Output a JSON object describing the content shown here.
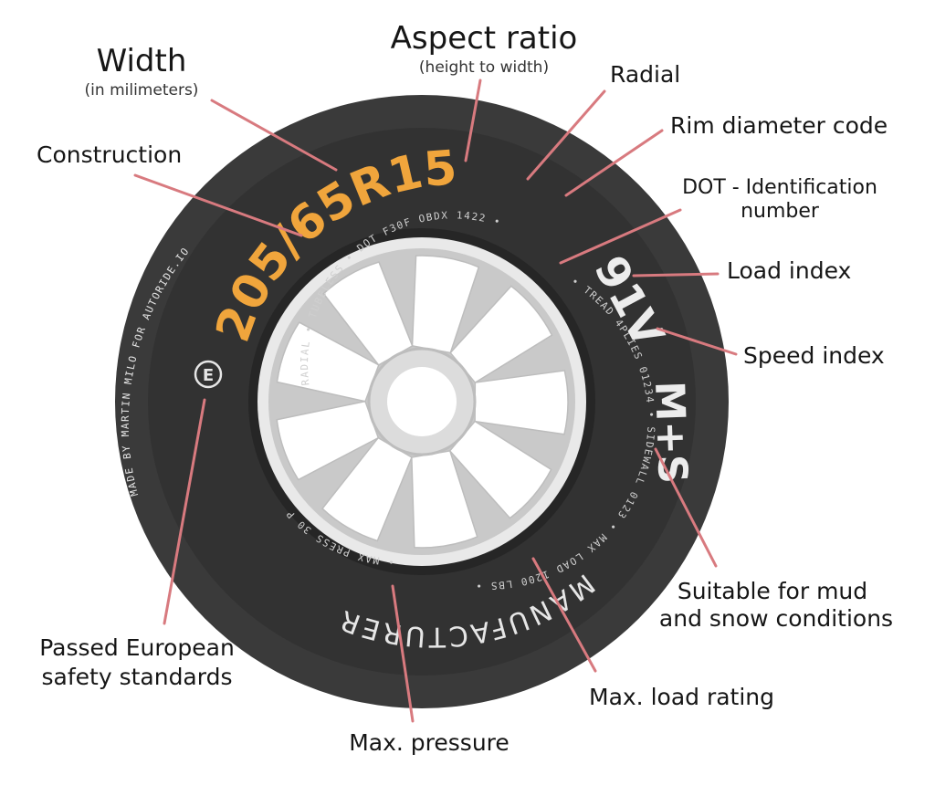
{
  "colors": {
    "tire": "#3a3a3a",
    "tire_inner": "#2b2b2b",
    "rim_outer": "#e9e9e9",
    "rim_inner": "#c9c9c9",
    "spoke": "#dcdcdc",
    "spoke_edge": "#bdbdbd",
    "orange": "#f0a53c",
    "leader": "#d87a7f",
    "sidewall_text": "#e6e6e6",
    "small_text": "#cfcfcf"
  },
  "tire_text": {
    "size_code": "205/65R15",
    "sidewall_top": "RADIAL • TUBELESS • DOT F30F OBDX 1422 •",
    "sidewall_right": "• TREAD 4PLIES 01234 • SIDEWALL 0123 • MAX LOAD 1200 LBS •",
    "sidewall_bottom": "• MAX PRESS 30 PSI",
    "load_speed": "91V",
    "mud_snow": "M+S",
    "manufacturer": "MANUFACTURER",
    "credit": "MADE BY MARTIN MILO FOR AUTORIDE.IO",
    "e_mark": "E"
  },
  "labels": {
    "width": "Width",
    "width_sub": "(in milimeters)",
    "aspect": "Aspect ratio",
    "aspect_sub": "(height to width)",
    "radial": "Radial",
    "rim": "Rim diameter code",
    "dot_line1": "DOT - Identification",
    "dot_line2": "number",
    "construction": "Construction",
    "load_index": "Load index",
    "speed_index": "Speed index",
    "mud_line1": "Suitable for mud",
    "mud_line2": "and snow conditions",
    "euro_line1": "Passed European",
    "euro_line2": "safety standards",
    "max_load": "Max. load rating",
    "max_pressure": "Max. pressure"
  }
}
